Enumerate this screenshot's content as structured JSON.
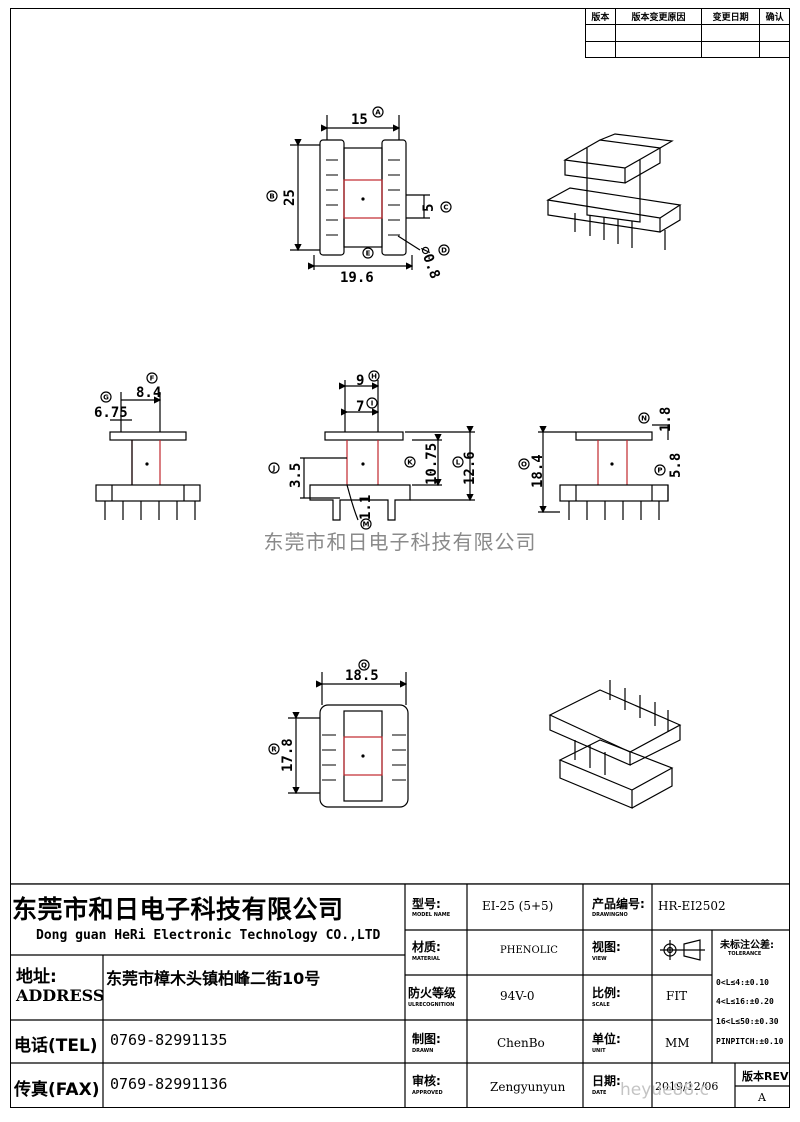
{
  "revision_table": {
    "headers": [
      "版本",
      "版本变更原因",
      "变更日期",
      "确认"
    ]
  },
  "dimensions": {
    "top_width": "15",
    "top_height": "25",
    "top_slot": "5",
    "top_pin": "⌀0.8",
    "top_base": "19.6",
    "side_left_a": "8.4",
    "side_left_b": "6.75",
    "front_a": "9",
    "front_b": "7",
    "front_c": "3.5",
    "front_d": "10.75",
    "front_e": "12.6",
    "front_f": "1.1",
    "right_a": "1.8",
    "right_b": "18.4",
    "right_c": "5.8",
    "bottom_width": "18.5",
    "bottom_height": "17.8"
  },
  "circle_labels": {
    "A": "A",
    "B": "B",
    "C": "C",
    "D": "D",
    "E": "E",
    "F": "F",
    "G": "G",
    "H": "H",
    "I": "I",
    "J": "J",
    "K": "K",
    "L": "L",
    "M": "M",
    "N": "N",
    "O": "O",
    "P": "P",
    "Q": "Q",
    "R": "R"
  },
  "watermark": "东莞市和日电子科技有限公司",
  "corner_watermark": "heyue88.c",
  "title_block": {
    "company_cn": "东莞市和日电子科技有限公司",
    "company_en": "Dong guan HeRi Electronic Technology CO.,LTD",
    "address_label_cn": "地址:",
    "address_label_en": "ADDRESS",
    "address_value": "东莞市樟木头镇柏峰二街10号",
    "tel_label": "电话(TEL)",
    "tel_value": "0769-82991135",
    "fax_label": "传真(FAX)",
    "fax_value": "0769-82991136",
    "model_label_cn": "型号:",
    "model_label_en": "MODEL NAME",
    "model_value": "EI-25 (5+5)",
    "product_label_cn": "产品编号:",
    "product_label_en": "DRAWINGNO",
    "product_value": "HR-EI2502",
    "material_label_cn": "材质:",
    "material_label_en": "MATERIAL",
    "material_value": "PHENOLIC",
    "view_label_cn": "视图:",
    "view_label_en": "VIEW",
    "fire_label_cn": "防火等级",
    "fire_label_en": "ULRECOGNITION",
    "fire_value": "94V-0",
    "scale_label_cn": "比例:",
    "scale_label_en": "SCALE",
    "scale_value": "FIT",
    "drawn_label_cn": "制图:",
    "drawn_label_en": "DRAWN",
    "drawn_value": "ChenBo",
    "unit_label_cn": "单位:",
    "unit_label_en": "UNIT",
    "unit_value": "MM",
    "approved_label_cn": "审核:",
    "approved_label_en": "APPROVED",
    "approved_value": "Zengyunyun",
    "date_label_cn": "日期:",
    "date_label_en": "DATE",
    "date_value": "2019/12/06",
    "tolerance_title_cn": "未标注公差:",
    "tolerance_title_en": "TOLERANCE",
    "tol_1": "0<L≤4:±0.10",
    "tol_2": "4<L≤16:±0.20",
    "tol_3": "16<L≤50:±0.30",
    "tol_4": "PINPITCH:±0.10",
    "rev_label": "版本REV",
    "rev_value": "A"
  }
}
